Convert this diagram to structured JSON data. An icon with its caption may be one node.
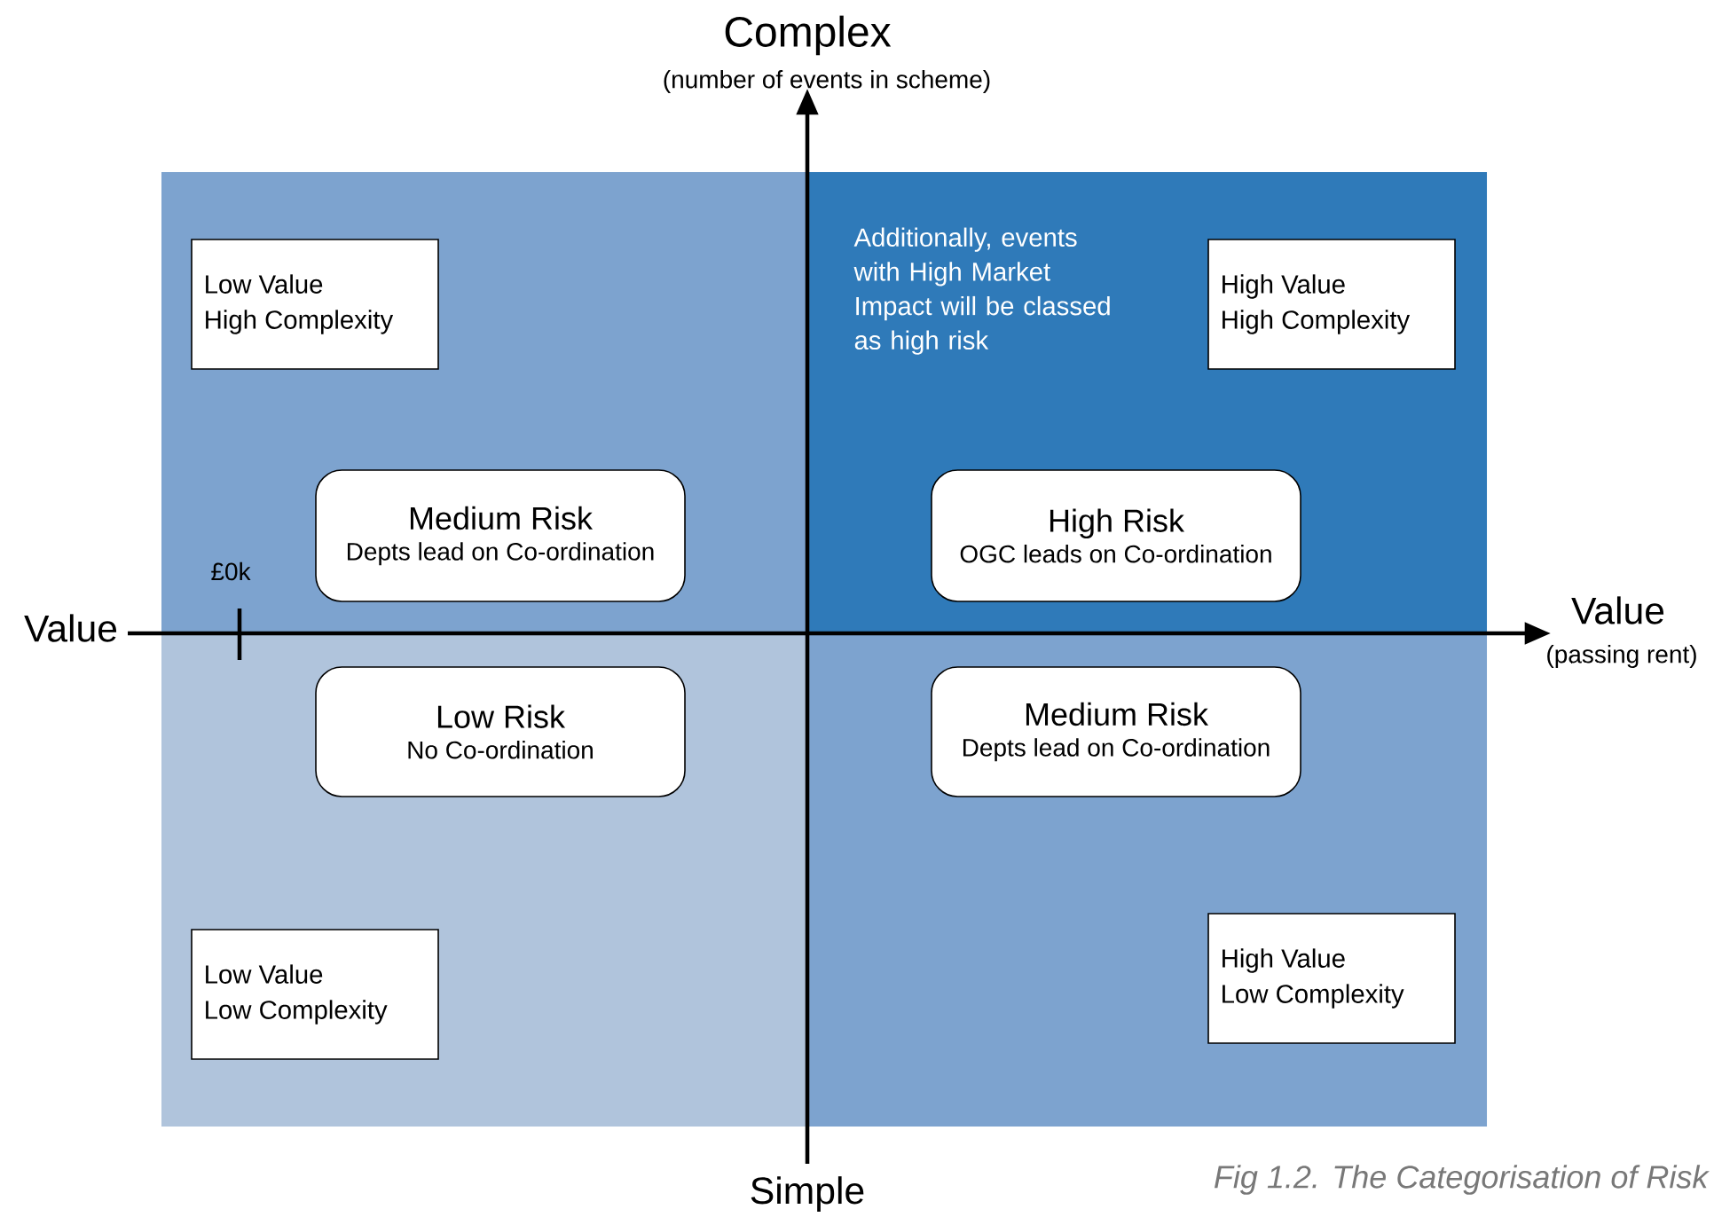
{
  "diagram": {
    "caption": "Fig 1.2. The Categorisation of Risk",
    "nodes": [
      {
        "text": [],
        "shape": "box"
      },
      {
        "text": [
          "Low Value High Complexity"
        ],
        "in": 0
      },
      {
        "text": [
          "Medium Risk",
          "Depts lead on Co-ordination"
        ],
        "in": 0
      },
      {
        "text": [
          "Additionally, events with High Market Impact will be classed as high risk"
        ]
      },
      {
        "text": [
          "High Value High Complexity"
        ],
        "in": 3
      },
      {
        "text": [
          "High Risk",
          "OGC leads on Co-ordination"
        ],
        "in": 3
      },
      {
        "text": [],
        "shape": "box"
      },
      {
        "text": [
          "Low Risk",
          "No Co-ordination"
        ],
        "in": 6
      },
      {
        "text": [
          "Low Value Low Complexity"
        ],
        "in": 6
      },
      {
        "text": [],
        "shape": "box"
      },
      {
        "text": [
          "Medium Risk",
          "Depts lead on Co-ordination"
        ],
        "in": 9
      },
      {
        "text": [
          "High Value Low Complexity"
        ],
        "in": 9
      }
    ],
    "edges": [],
    "labels": [
      "Complex",
      "(number of events in scheme)",
      "£0k",
      "Value",
      "Value",
      "(passing rent)",
      "Simple"
    ]
  }
}
